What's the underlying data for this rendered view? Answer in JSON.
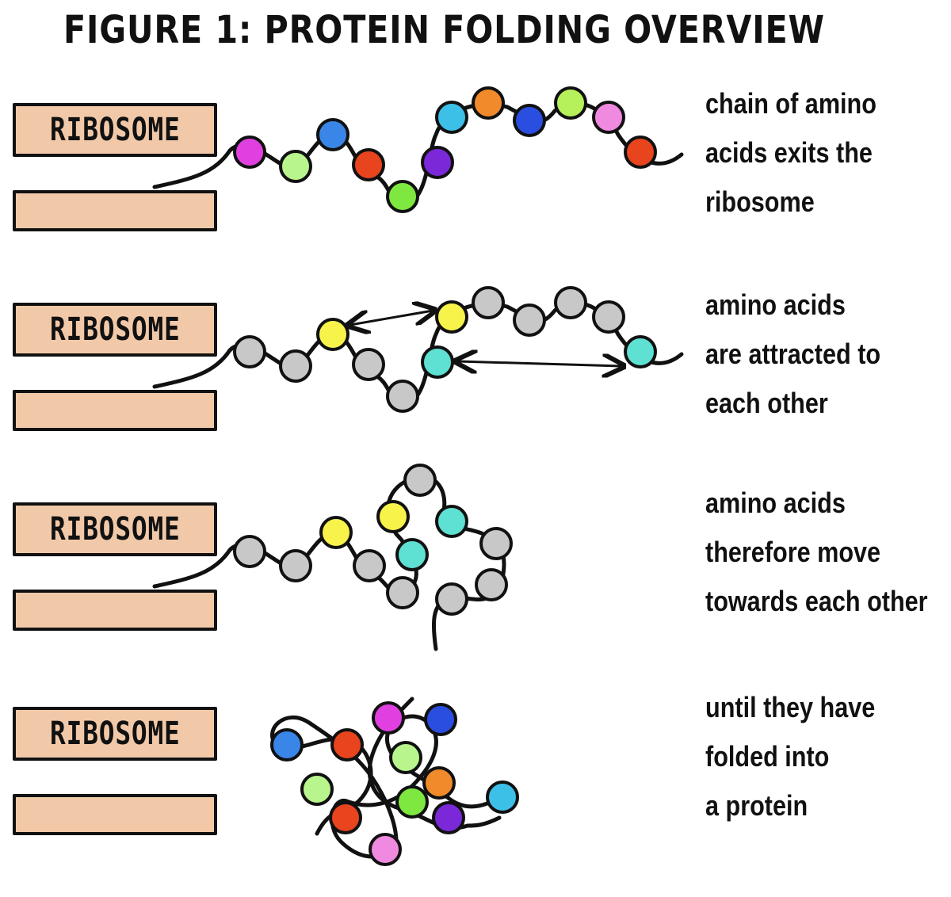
{
  "title": "FIGURE 1: PROTEIN FOLDING OVERVIEW",
  "colors": {
    "ribosome_fill": "#f2c9a8",
    "outline": "#111111",
    "gray_bead": "#c8c8c8",
    "yellow_bead": "#f7f34a",
    "cyan_bead": "#5ee0d2"
  },
  "panels": [
    {
      "ribosome_label": "RIBOSOME",
      "caption_lines": [
        "chain of amino",
        "acids exits the",
        "ribosome"
      ]
    },
    {
      "ribosome_label": "RIBOSOME",
      "caption_lines": [
        "amino acids",
        "are attracted to",
        "each other"
      ]
    },
    {
      "ribosome_label": "RIBOSOME",
      "caption_lines": [
        "amino acids",
        "therefore move",
        "towards each other"
      ]
    },
    {
      "ribosome_label": "RIBOSOME",
      "caption_lines": [
        "until they have",
        "folded into",
        "a protein"
      ]
    }
  ]
}
